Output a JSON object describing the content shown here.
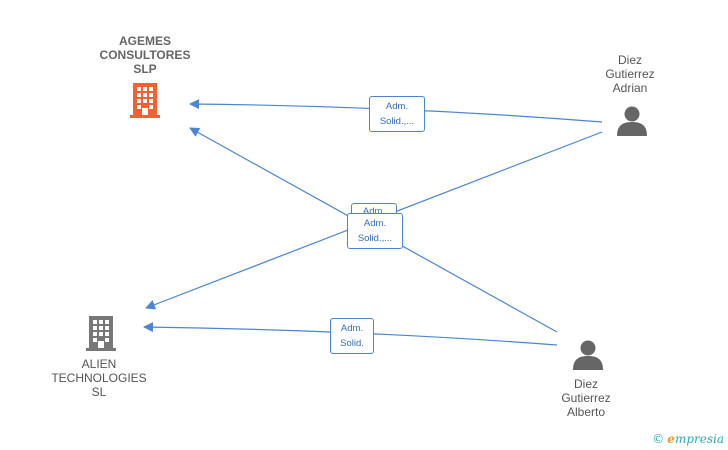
{
  "nodes": {
    "agemes": {
      "lines": [
        "AGEMES",
        "CONSULTORES",
        "SLP"
      ],
      "icon": "building-icon",
      "color": "#f2622f"
    },
    "alien": {
      "lines": [
        "ALIEN",
        "TECHNOLOGIES",
        "SL"
      ],
      "icon": "building-icon",
      "color": "#777777"
    },
    "adrian": {
      "lines": [
        "Diez",
        "Gutierrez",
        "Adrian"
      ],
      "icon": "person-icon",
      "color": "#666666"
    },
    "alberto": {
      "lines": [
        "Diez",
        "Gutierrez",
        "Alberto"
      ],
      "icon": "person-icon",
      "color": "#666666"
    }
  },
  "edges": [
    {
      "from": "adrian",
      "to": "agemes",
      "label": [
        "Adm.",
        "Solid.,..."
      ]
    },
    {
      "from": "adrian",
      "to": "alien",
      "label": [
        "Adm.",
        "Solid.,..."
      ]
    },
    {
      "from": "alberto",
      "to": "agemes",
      "label": [
        "Adm.",
        "Solid.,..."
      ]
    },
    {
      "from": "alberto",
      "to": "alien",
      "label": [
        "Adm.",
        "Solid."
      ]
    }
  ],
  "edge_color": "#4a86d6",
  "brand": {
    "copyright": "©",
    "initial": "e",
    "rest": "mpresia"
  }
}
